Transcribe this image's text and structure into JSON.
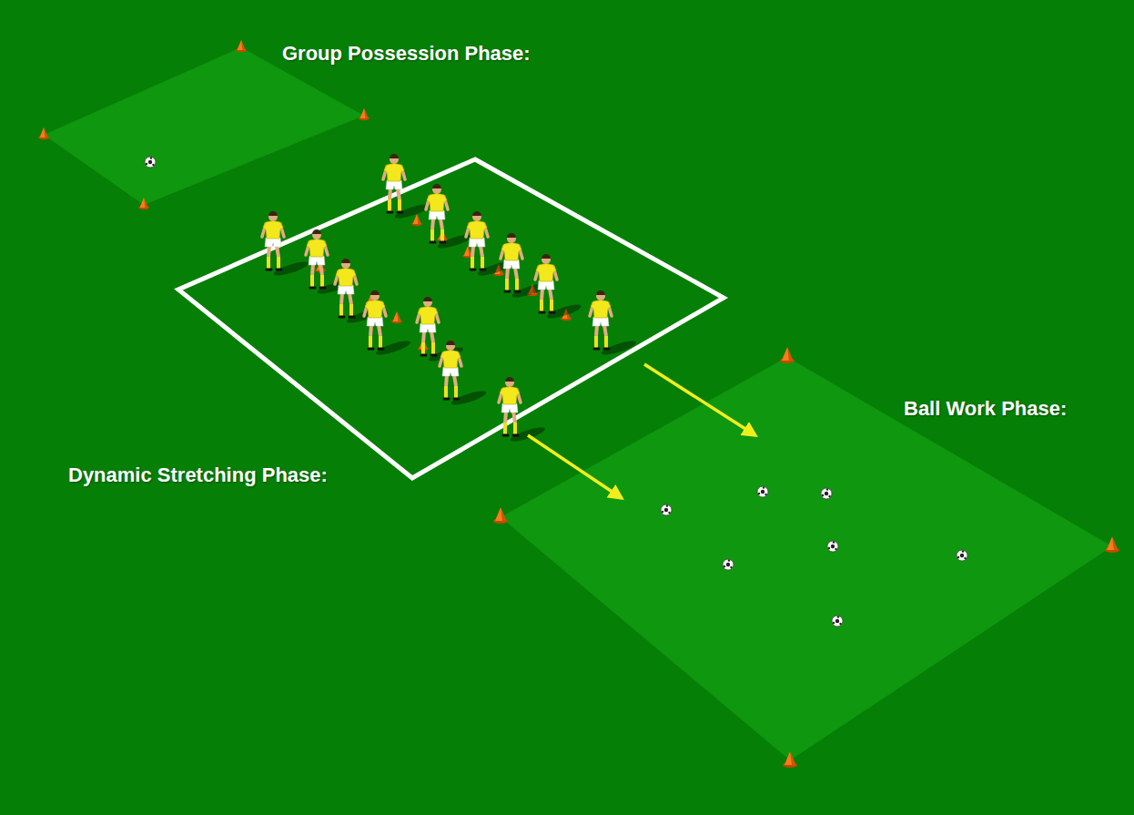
{
  "diagram": {
    "nodes": [
      {
        "text": [
          "Group Possession Phase:"
        ]
      },
      {
        "text": [
          "Dynamic Stretching Phase:"
        ]
      },
      {
        "text": [
          "Ball Work Phase:"
        ]
      }
    ],
    "edges": [
      {
        "from": 1,
        "to": 2,
        "arrow": "to"
      },
      {
        "from": 1,
        "to": 2,
        "arrow": "to"
      }
    ]
  }
}
